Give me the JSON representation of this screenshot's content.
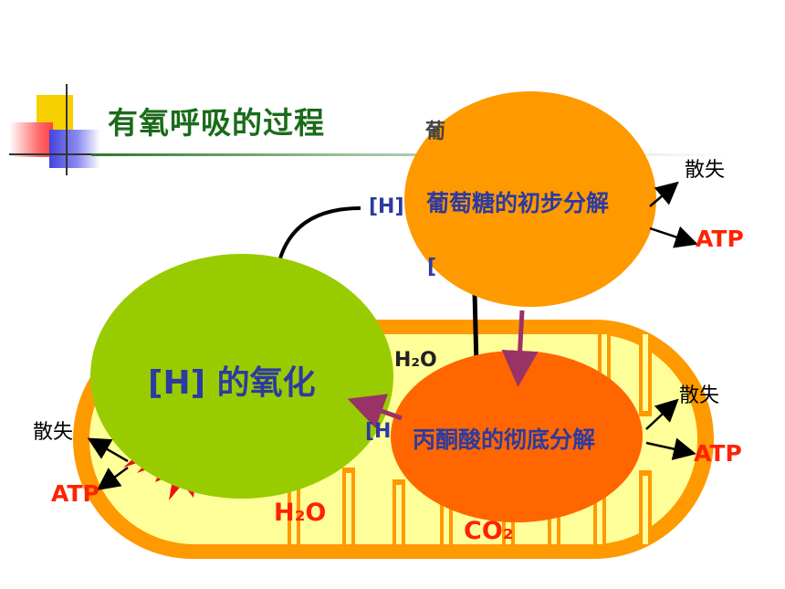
{
  "title": "有氧呼吸的过程",
  "stages": {
    "glucose": "葡萄糖的初步分解",
    "pyruvate": "丙酮酸的彻底分解",
    "hydrogen": "[H] 的氧化"
  },
  "labels": {
    "glucose_partial": "葡",
    "h_top": "[H]",
    "h_mid_partial": "[H",
    "h_under_partial": "[",
    "h2o_in": "H₂O",
    "h2o_out": "H₂O",
    "co2": "CO₂",
    "lost_top": "散失",
    "atp_top": "ATP",
    "lost_right": "散失",
    "atp_right": "ATP",
    "lost_left": "散失",
    "atp_left": "ATP"
  },
  "colors": {
    "title": "#1a6b1a",
    "glucose_circle": "#ff9900",
    "pyruvate_circle": "#ff6600",
    "oxidation_circle": "#99cc00",
    "mito_outer": "#ff9900",
    "mito_inner": "#ffff99",
    "arrow": "#993366",
    "atp": "#ff2200",
    "stage_text": "#2d3aa0"
  },
  "icons": [
    "slide-corner-squares-icon",
    "spark-burst-icon"
  ]
}
